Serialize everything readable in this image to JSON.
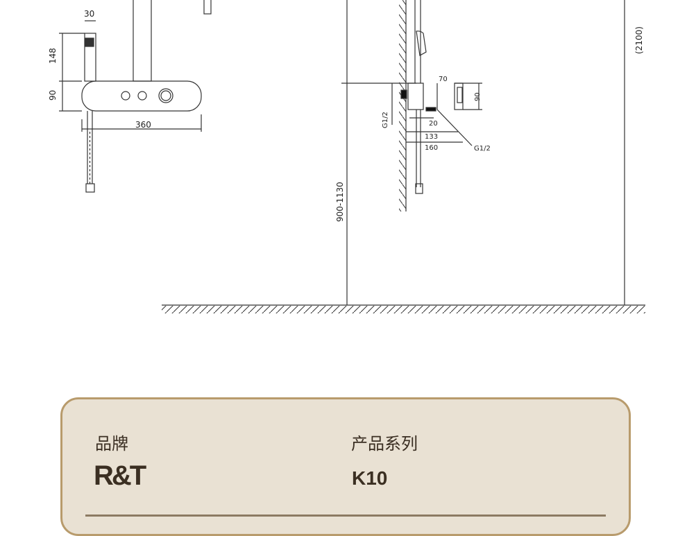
{
  "drawing": {
    "dims": {
      "width_top": "30",
      "height_upper": "148",
      "height_panel": "90",
      "panel_width": "360",
      "total_height": "(2100)",
      "depth_box": "70",
      "box_height": "90",
      "inlet_left": "G1/2",
      "inlet_right": "G1/2",
      "d20": "20",
      "d133": "133",
      "d160": "160",
      "install_height": "900-1130"
    }
  },
  "card": {
    "brand_label": "品牌",
    "brand_value": "R&T",
    "series_label": "产品系列",
    "series_value": "K10"
  }
}
